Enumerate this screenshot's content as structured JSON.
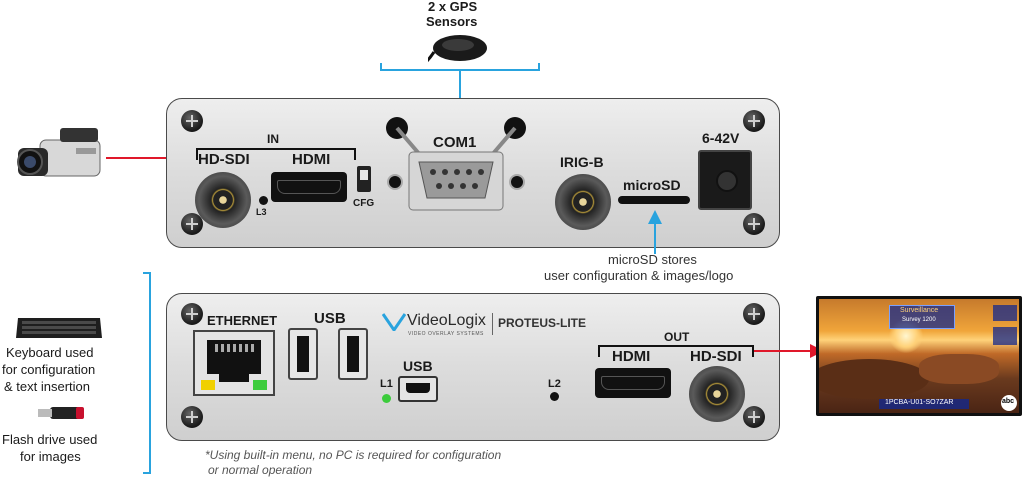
{
  "gps": {
    "label_line1": "2 x GPS",
    "label_line2": "Sensors"
  },
  "front_panel": {
    "in_label": "IN",
    "hd_sdi": "HD-SDI",
    "hdmi": "HDMI",
    "l3": "L3",
    "cfg": "CFG",
    "com1": "COM1",
    "irig_b": "IRIG-B",
    "microsd": "microSD",
    "power": "6-42V"
  },
  "microsd_note": {
    "line1": "microSD stores",
    "line2": "user configuration & images/logo"
  },
  "rear_panel": {
    "ethernet": "ETHERNET",
    "usb_top": "USB",
    "usb_mini": "USB",
    "l1": "L1",
    "l2": "L2",
    "out_label": "OUT",
    "hdmi": "HDMI",
    "hd_sdi": "HD-SDI",
    "brand": "VideoLogix",
    "brand_tagline": "VIDEO OVERLAY SYSTEMS",
    "product": "PROTEUS-LITE"
  },
  "left_notes": {
    "keyboard_line1": "Keyboard used",
    "keyboard_line2": "for configuration",
    "keyboard_line3": "& text insertion",
    "flash_line1": "Flash drive used",
    "flash_line2": "for images"
  },
  "footnote": {
    "line1": "*Using built-in menu, no PC is required for configuration",
    "line2": "or normal operation"
  },
  "output_screen": {
    "top_title": "Surveillance",
    "top_sub": "Survey 1200",
    "bottom_text": "1PCBA-U01-SO7ZAR",
    "logo": "abc",
    "tl_1": "",
    "tr_1": "",
    "right_1": ""
  },
  "colors": {
    "arrow_red": "#e0182a",
    "arrow_blue": "#29a3de"
  }
}
